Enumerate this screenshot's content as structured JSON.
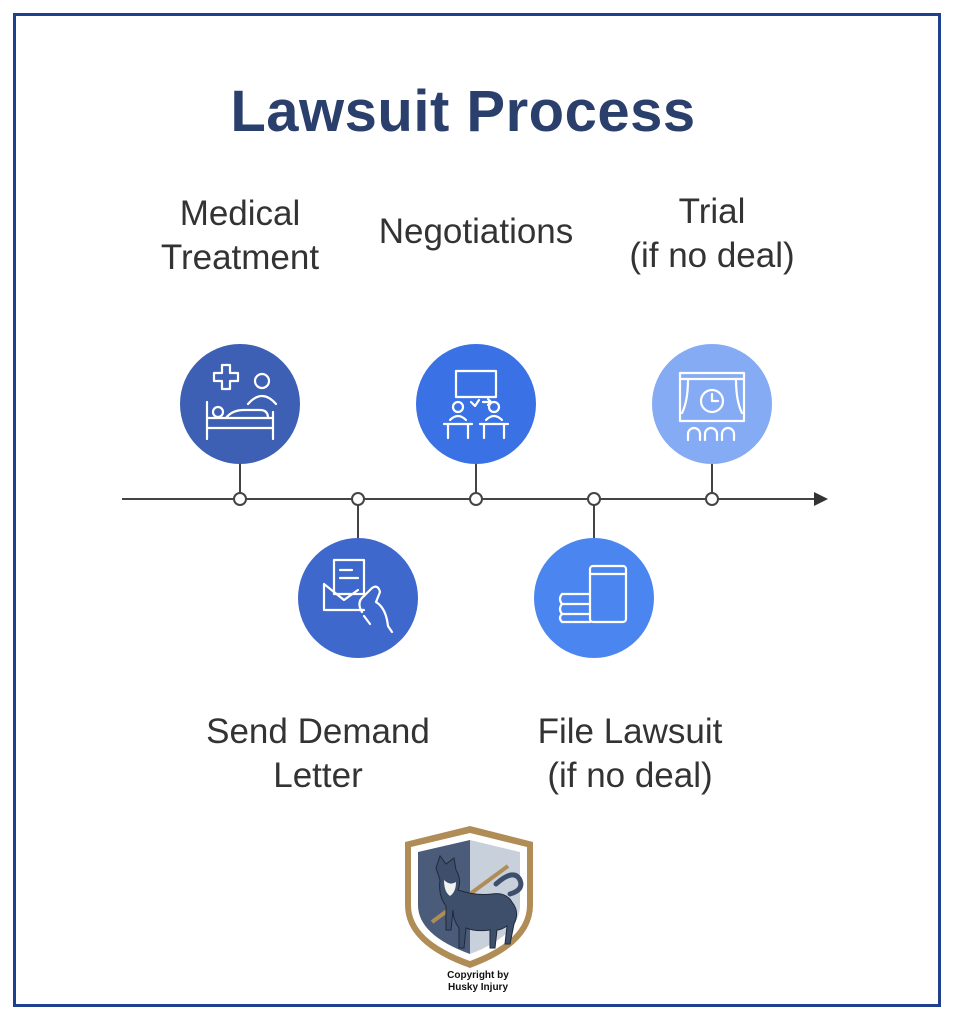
{
  "title": "Lawsuit Process",
  "steps": [
    {
      "label": "Medical\nTreatment",
      "icon": "medical-bed-icon",
      "color": "#3d5fb4"
    },
    {
      "label": "Send Demand\nLetter",
      "icon": "envelope-hand-icon",
      "color": "#3e68cc"
    },
    {
      "label": "Negotiations",
      "icon": "negotiation-table-icon",
      "color": "#3a72e6"
    },
    {
      "label": "File Lawsuit\n(if no deal)",
      "icon": "document-stack-icon",
      "color": "#4b86f0"
    },
    {
      "label": "Trial\n(if no deal)",
      "icon": "courtroom-clock-icon",
      "color": "#86abf5"
    }
  ],
  "logo": {
    "icon": "husky-shield-icon",
    "caption": "Copyright by\nHusky Injury"
  }
}
